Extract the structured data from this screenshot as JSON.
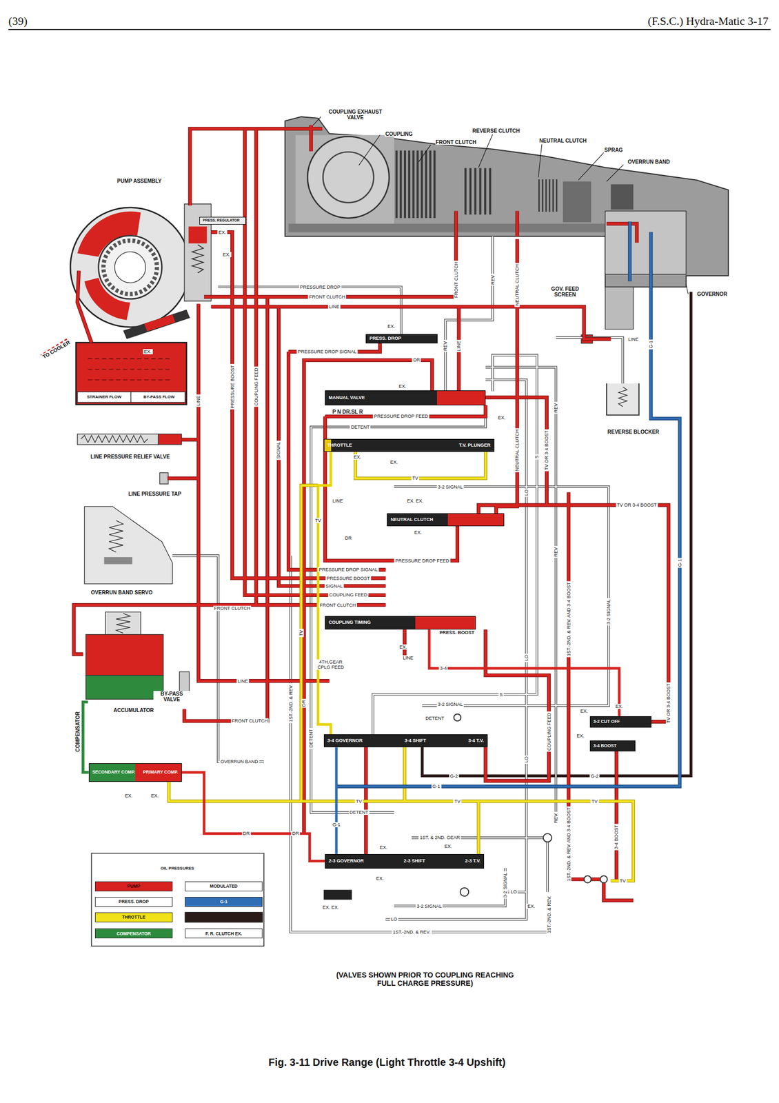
{
  "diagram": {
    "caption": "Fig. 3-11 Drive Range (Light Throttle 3-4 Upshift)",
    "nodes": [
      {
        "text": [
          "PRESS. REGULATOR"
        ]
      },
      {
        "text": [
          "PRESS. DROP"
        ]
      },
      {
        "text": [
          "MANUAL VALVE"
        ]
      },
      {
        "text": [
          "THROTTLE",
          "T.V. PLUNGER"
        ]
      },
      {
        "text": [
          "NEUTRAL CLUTCH"
        ]
      },
      {
        "text": [
          "COUPLING TIMING",
          "PRESS. BOOST"
        ]
      },
      {
        "text": [
          "3-2 CUT OFF"
        ]
      },
      {
        "text": [
          "3-4 GOVERNOR",
          "3-4 SHIFT",
          "3-4 T.V."
        ]
      },
      {
        "text": [
          "3-4 BOOST"
        ]
      },
      {
        "text": [
          "SECONDARY COMP.",
          "PRIMARY COMP."
        ]
      },
      {
        "text": [
          "2-3 GOVERNOR",
          "2-3 SHIFT",
          "2-3 T.V."
        ]
      }
    ],
    "edges": [
      {
        "from": 3,
        "to": 7,
        "label": "TV",
        "arrow": "none"
      },
      {
        "from": 7,
        "to": 10,
        "label": "G-1",
        "arrow": "none"
      },
      {
        "from": 5,
        "to": 6,
        "label": "3-4",
        "arrow": "none"
      },
      {
        "from": 9,
        "to": 10,
        "label": "DR",
        "arrow": "none"
      }
    ],
    "labels": [
      "(39)",
      "(F.S.C.) Hydra-Matic 3-17",
      "COUPLING EXHAUST VALVE",
      "COUPLING",
      "REVERSE CLUTCH",
      "FRONT CLUTCH",
      "NEUTRAL CLUTCH",
      "SPRAG",
      "OVERRUN BAND",
      "PUMP ASSEMBLY",
      "EX.",
      "EX.",
      "EX.",
      "TO COOLER",
      "STRAINER FLOW",
      "BY-PASS FLOW",
      "LINE PRESSURE RELIEF VALVE",
      "LINE PRESSURE TAP",
      "OVERRUN BAND SERVO",
      "BY-PASS VALVE",
      "ACCUMULATOR",
      "COMPENSATOR",
      "EX.",
      "EX.",
      "GOV. FEED SCREEN",
      "GOVERNOR",
      "REVERSE BLOCKER",
      "P N DR.SL R",
      "PRESSURE DROP",
      "FRONT CLUTCH",
      "LINE",
      "PRESSURE DROP SIGNAL",
      "DR",
      "REV",
      "LINE",
      "FRONT CLUTCH",
      "REV",
      "NEUTRAL CLUTCH",
      "EX.",
      "EX.",
      "EX.",
      "PRESSURE DROP FEED",
      "DETENT",
      "EX.",
      "EX.",
      "TV",
      "3-2 SIGNAL",
      "LINE",
      "EX. EX.",
      "EX.",
      "TV OR 3-4 BOOST",
      "DR",
      "PRESSURE DROP FEED",
      "PRESSURE DROP SIGNAL",
      "PRESSURE BOOST",
      "SIGNAL",
      "COUPLING FEED",
      "FRONT CLUTCH",
      "FRONT CLUTCH",
      "EX.",
      "LINE",
      "4TH.GEAR CPLG FEED",
      "LINE",
      "S",
      "3-2 SIGNAL",
      "DETENT",
      "FRONT CLUTCH",
      "OVERRUN BAND",
      "G-2",
      "G-2",
      "G-1",
      "TV",
      "TV",
      "TV",
      "DETENT",
      "DR",
      "1ST. & 2ND. GEAR",
      "EX.",
      "EX.",
      "EX.",
      "EX. EX.",
      "3-2 SIGNAL",
      "LO",
      "1ST.-2ND. & REV.",
      "LO",
      "EX.",
      "TV",
      "EX.",
      "EX.",
      "EX.",
      "LINE",
      "PRESSURE BOOST",
      "COUPLING FEED",
      "SIGNAL",
      "DR",
      "1ST.-2ND. & REV.",
      "TV",
      "DETENT",
      "S",
      "NEUTRAL CLUTCH",
      "LO",
      "TV OR 3-4 BOOST",
      "REV",
      "REV",
      "LO",
      "1ST.-2ND. & REV. AND 3-4 BOOST",
      "3-2 SIGNAL",
      "G-1",
      "G-1",
      "TV OR 3-4 BOOST",
      "COUPLING FEED",
      "LO",
      "3-2 SIGNAL",
      "REV.",
      "1ST.-2ND. & REV. AND 3-4 BOOST",
      "3-4 BOOST",
      "1ST.-2ND. & REV.",
      "LINE",
      "OIL PRESSURES",
      "(VALVES SHOWN PRIOR TO COUPLING REACHING FULL CHARGE PRESSURE)"
    ],
    "legend": [
      {
        "text": "PUMP",
        "color": "#d6231f"
      },
      {
        "text": "MODULATED",
        "color": "#ffffff"
      },
      {
        "text": "PRESS. DROP",
        "color": "#ffffff"
      },
      {
        "text": "G-1",
        "color": "#2f6db5"
      },
      {
        "text": "THROTTLE",
        "color": "#f2e21a"
      },
      {
        "text": "COMPENSATOR",
        "color": "#2e8b3e"
      },
      {
        "text": "F. R. CLUTCH EX.",
        "color": "#ffffff"
      }
    ]
  }
}
